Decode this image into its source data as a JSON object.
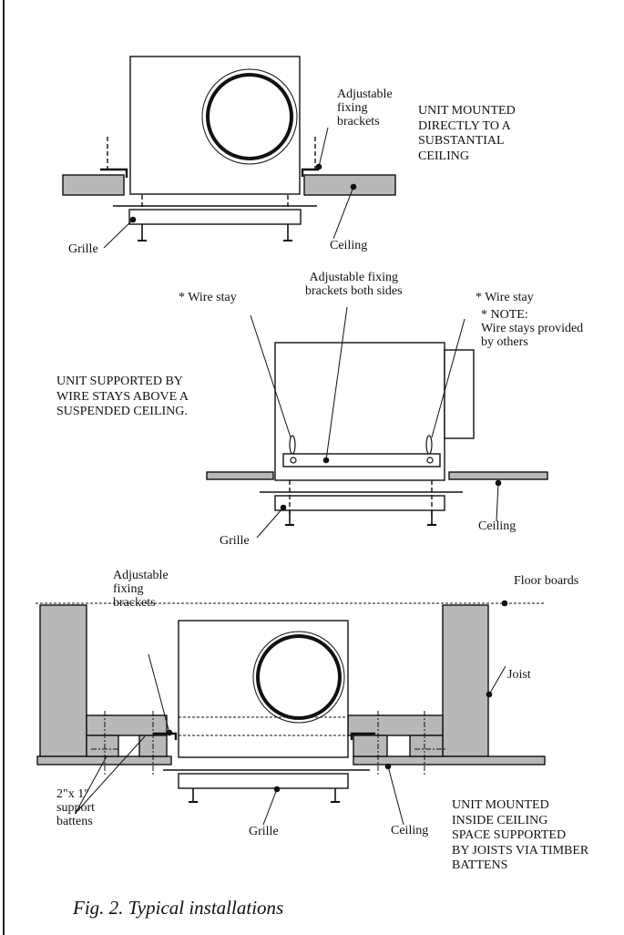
{
  "diagram1": {
    "brackets_label": [
      "Adjustable",
      "fixing",
      "brackets"
    ],
    "description": [
      "UNIT MOUNTED",
      "DIRECTLY TO A",
      "SUBSTANTIAL",
      "CEILING"
    ],
    "grille_label": "Grille",
    "ceiling_label": "Ceiling"
  },
  "diagram2": {
    "wire_stay_left": "* Wire stay",
    "wire_stay_right": "* Wire stay",
    "brackets_label": [
      "Adjustable fixing",
      "brackets both sides"
    ],
    "note": [
      "* NOTE:",
      "Wire stays provided",
      "by others"
    ],
    "description": [
      "UNIT SUPPORTED BY",
      "WIRE STAYS ABOVE A",
      "SUSPENDED CEILING."
    ],
    "grille_label": "Grille",
    "ceiling_label": "Ceiling"
  },
  "diagram3": {
    "brackets_label": [
      "Adjustable",
      "fixing",
      "brackets"
    ],
    "floor_boards_label": "Floor boards",
    "joist_label": "Joist",
    "battens_label": [
      "2\"x 1\"",
      "support",
      "battens"
    ],
    "grille_label": "Grille",
    "ceiling_label": "Ceiling",
    "description": [
      "UNIT MOUNTED",
      "INSIDE CEILING",
      "SPACE  SUPPORTED",
      "BY JOISTS VIA TIMBER",
      "BATTENS"
    ]
  },
  "caption": "Fig. 2. Typical installations",
  "colors": {
    "panel_fill": "#b8b8b8",
    "line": "#111111"
  }
}
